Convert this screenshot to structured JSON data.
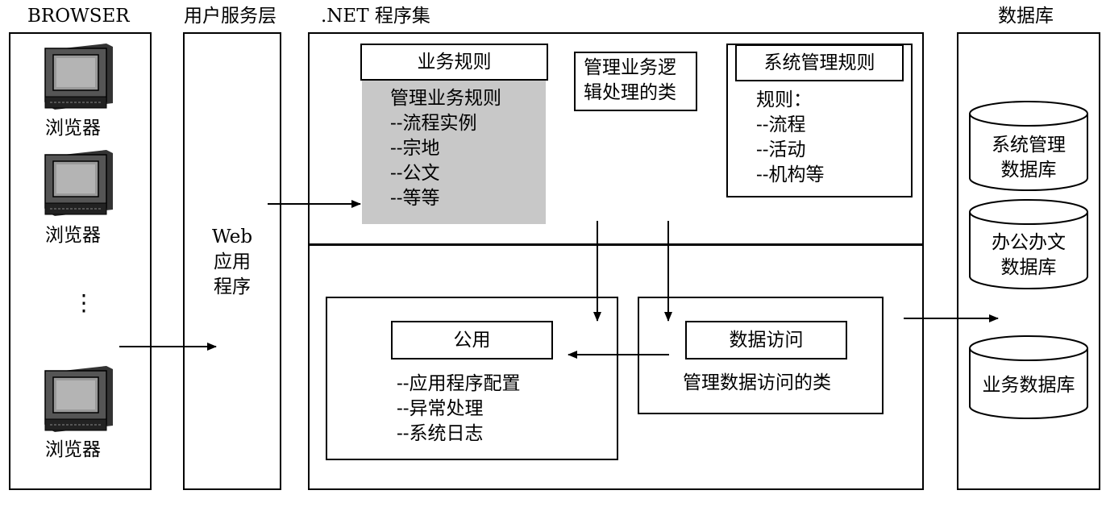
{
  "columns": {
    "browser": "BROWSER",
    "user_service": "用户服务层",
    "net_assembly": ".NET 程序集",
    "database": "数据库"
  },
  "browser_items": [
    "浏览器",
    "浏览器",
    "浏览器"
  ],
  "browser_ellipsis": "⋮",
  "web_app": {
    "line1": "Web",
    "line2": "应用",
    "line3": "程序"
  },
  "business_rules": {
    "title": "业务规则",
    "lines": [
      "管理业务规则",
      "--流程实例",
      "--宗地",
      "--公文",
      "--等等"
    ]
  },
  "business_logic": {
    "line1": "管理业务逻",
    "line2": "辑处理的类"
  },
  "system_rules": {
    "title": "系统管理规则",
    "lines": [
      "规则：",
      "--流程",
      "--活动",
      "--机构等"
    ]
  },
  "common": {
    "title": "公用",
    "lines": [
      "--应用程序配置",
      "--异常处理",
      "--系统日志"
    ]
  },
  "data_access": {
    "title": "数据访问",
    "desc": "管理数据访问的类"
  },
  "databases": [
    {
      "line1": "系统管理",
      "line2": "数据库"
    },
    {
      "line1": "办公办文",
      "line2": "数据库"
    },
    {
      "line1": "业务数据库",
      "line2": ""
    }
  ]
}
